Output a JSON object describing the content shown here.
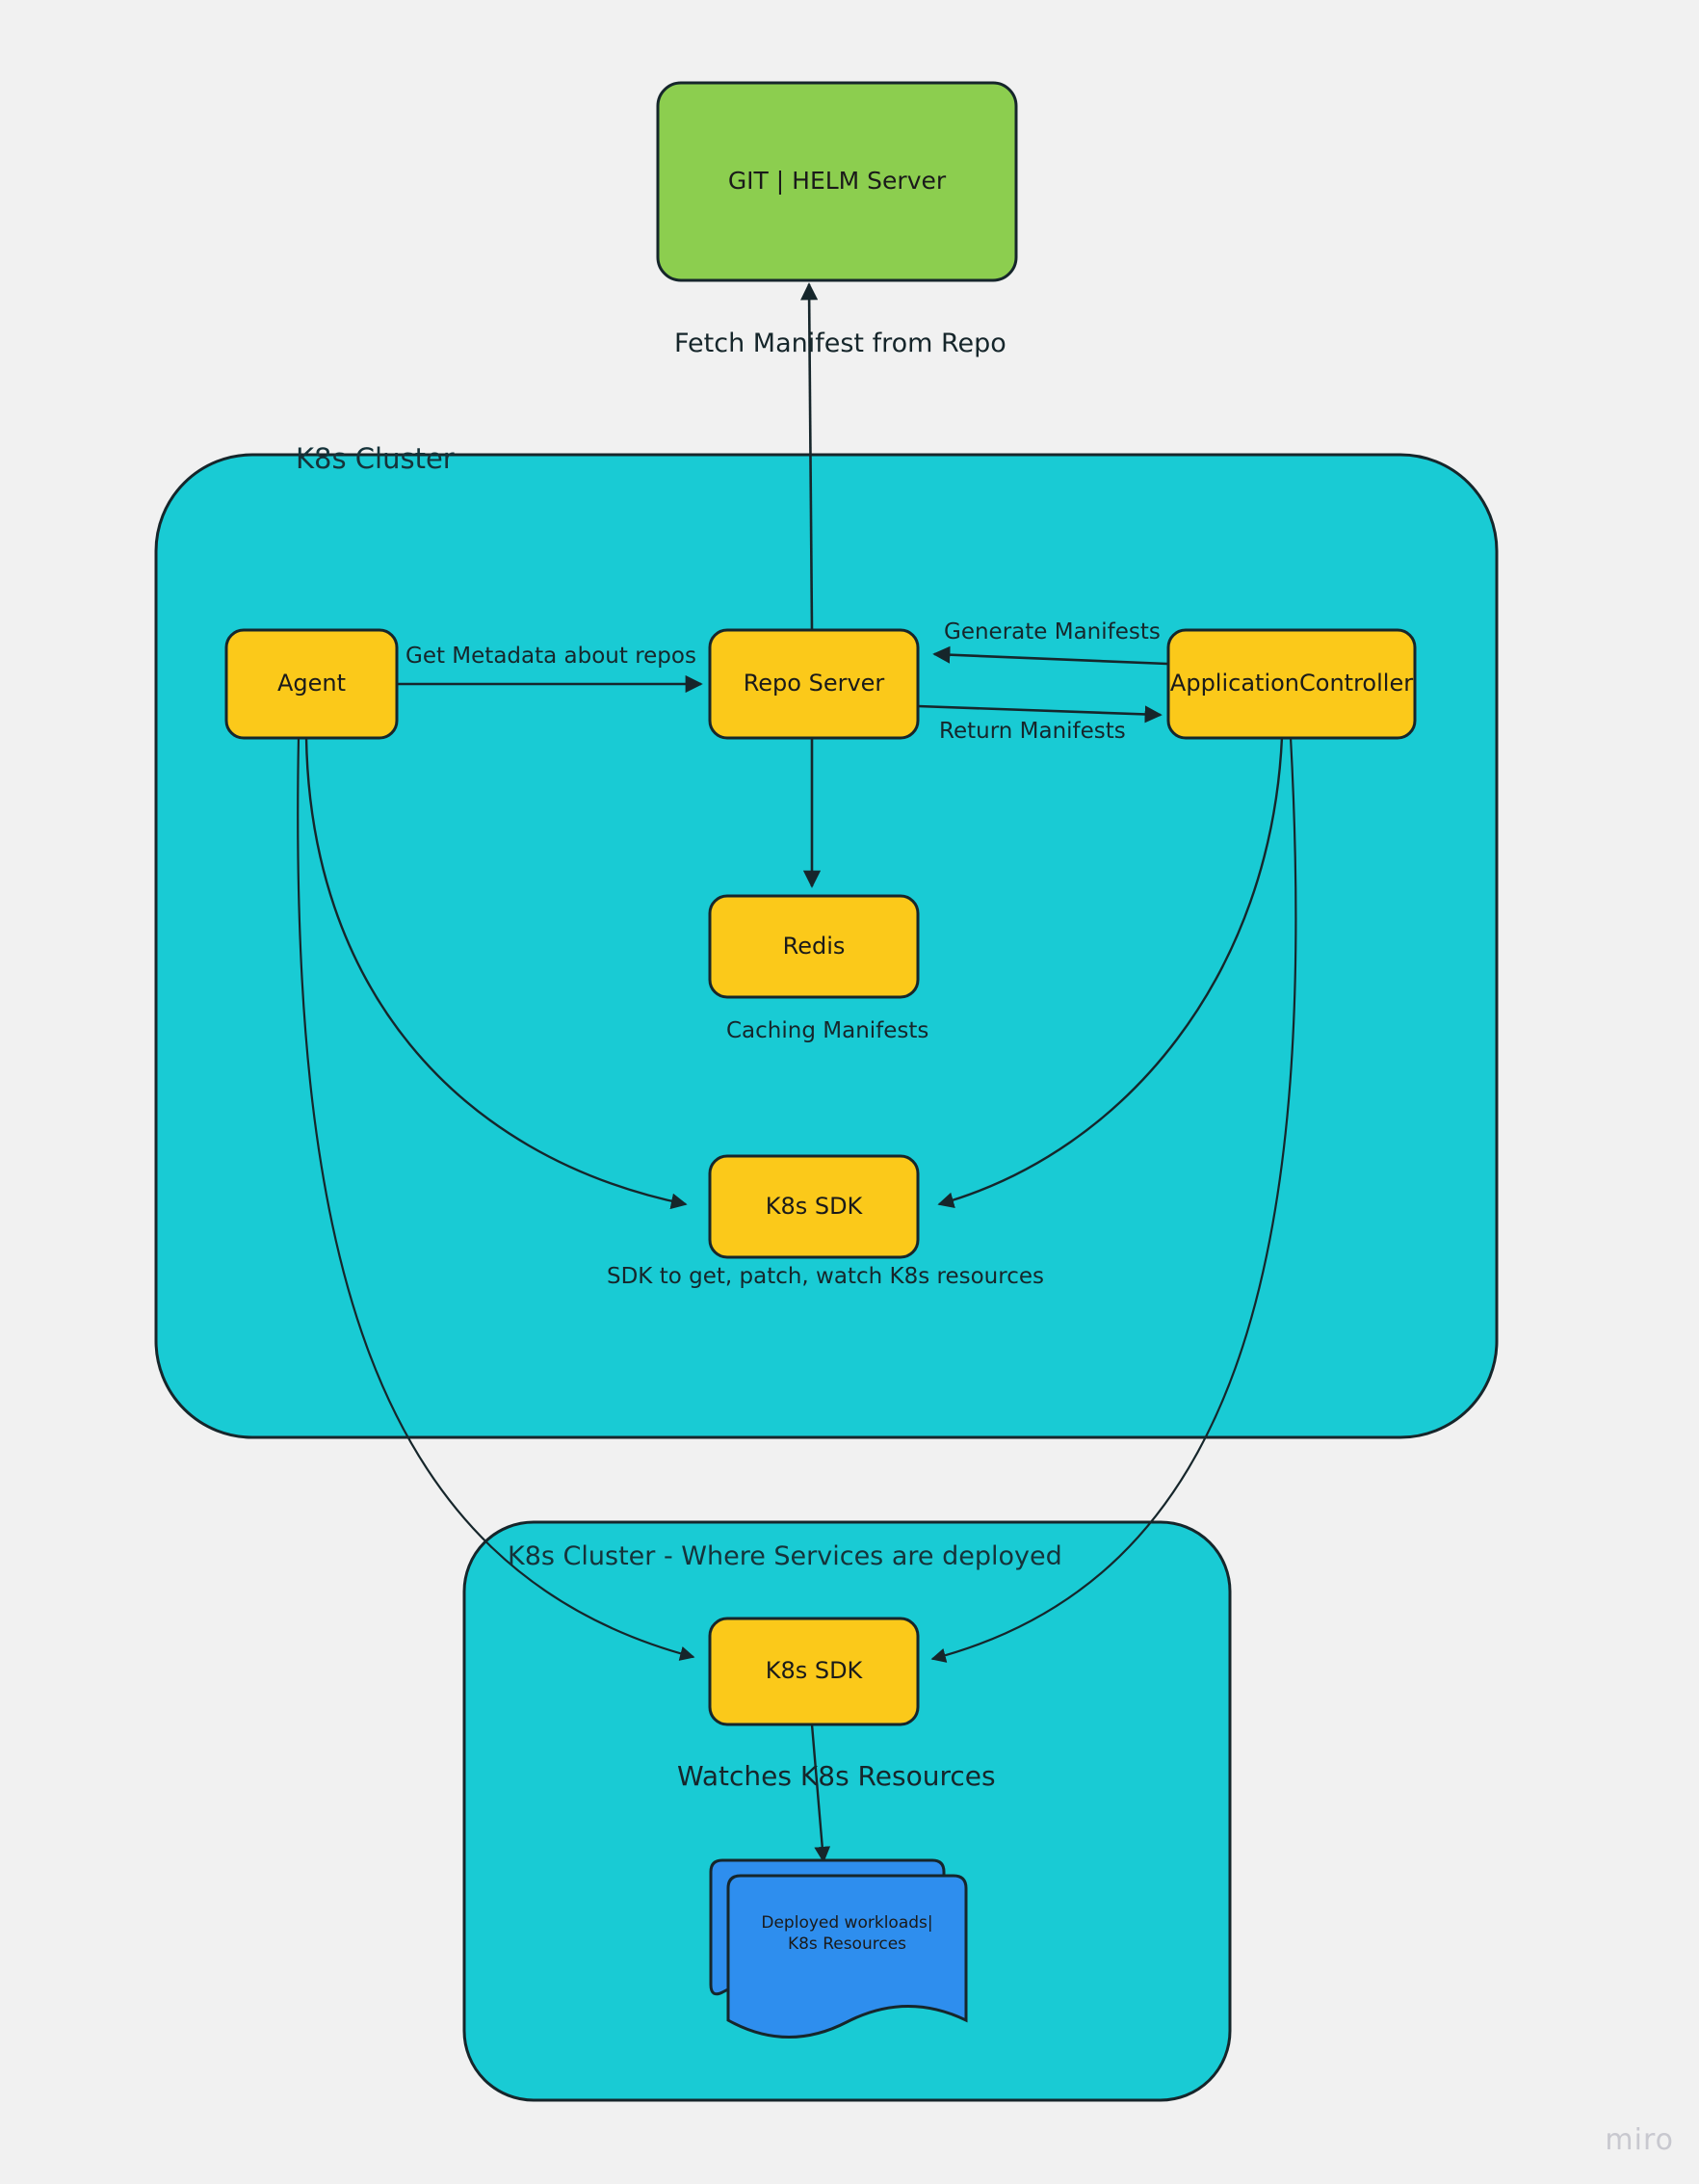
{
  "diagram": {
    "title_text": "",
    "background_color": "#f1f1f1",
    "watermark": "miro"
  },
  "colors": {
    "green_node": "#8CCE4F",
    "teal_container": "#19CBD4",
    "yellow_node": "#FBC91A",
    "blue_node": "#2E8EEE",
    "stroke": "#16262b",
    "text": "#1a1a1a"
  },
  "nodes": {
    "git_helm_server": {
      "label": "GIT | HELM Server",
      "shape": "rounded-rect",
      "fill": "#8CCE4F"
    },
    "agent": {
      "label": "Agent",
      "shape": "rounded-rect",
      "fill": "#FBC91A"
    },
    "repo_server": {
      "label": "Repo Server",
      "shape": "rounded-rect",
      "fill": "#FBC91A"
    },
    "application_controller": {
      "label": "ApplicationController",
      "shape": "rounded-rect",
      "fill": "#FBC91A"
    },
    "redis": {
      "label": "Redis",
      "shape": "rounded-rect",
      "fill": "#FBC91A"
    },
    "k8s_sdk_top": {
      "label": "K8s SDK",
      "shape": "rounded-rect",
      "fill": "#FBC91A"
    },
    "k8s_sdk_bottom": {
      "label": "K8s SDK",
      "shape": "rounded-rect",
      "fill": "#FBC91A"
    },
    "deployed_workloads": {
      "label_line1": "Deployed workloads|",
      "label_line2": "K8s Resources",
      "shape": "stacked-document",
      "fill": "#2E8EEE"
    }
  },
  "containers": {
    "k8s_cluster": {
      "title": "K8s Cluster",
      "fill": "#19CBD4"
    },
    "k8s_cluster_services": {
      "title": "K8s Cluster - Where Services are deployed",
      "fill": "#19CBD4"
    }
  },
  "edges": [
    {
      "id": "fetch-manifest",
      "label": "Fetch Manifest from Repo",
      "from": "repo_server",
      "to": "git_helm_server"
    },
    {
      "id": "get-metadata",
      "label": "Get Metadata about repos",
      "from": "agent",
      "to": "repo_server"
    },
    {
      "id": "generate-manifests",
      "label": "Generate Manifests",
      "from": "application_controller",
      "to": "repo_server"
    },
    {
      "id": "return-manifests",
      "label": "Return Manifests",
      "from": "repo_server",
      "to": "application_controller"
    },
    {
      "id": "caching-manifests",
      "label": "Caching Manifests",
      "from": "repo_server",
      "to": "redis"
    },
    {
      "id": "sdk-description",
      "label": "SDK to get, patch, watch K8s resources",
      "from": "agent",
      "to": "k8s_sdk_top"
    },
    {
      "id": "appcontroller-to-sdk",
      "label": "",
      "from": "application_controller",
      "to": "k8s_sdk_top"
    },
    {
      "id": "agent-to-remote-sdk",
      "label": "",
      "from": "agent",
      "to": "k8s_sdk_bottom"
    },
    {
      "id": "appcontroller-to-remote-sdk",
      "label": "",
      "from": "application_controller",
      "to": "k8s_sdk_bottom"
    },
    {
      "id": "watches-k8s-resources",
      "label": "Watches K8s Resources",
      "from": "k8s_sdk_bottom",
      "to": "deployed_workloads"
    }
  ]
}
